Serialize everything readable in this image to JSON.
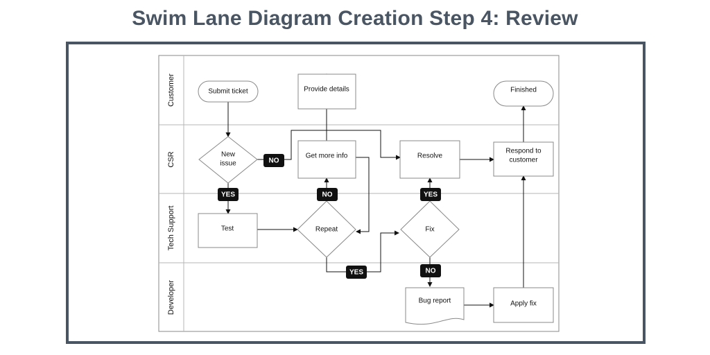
{
  "title": "Swim Lane Diagram Creation Step 4: Review",
  "diagram": {
    "lanes": [
      "Customer",
      "CSR",
      "Tech Support",
      "Developer"
    ],
    "nodes": {
      "submit_ticket": "Submit ticket",
      "provide_details": "Provide details",
      "finished": "Finished",
      "new_issue_line1": "New",
      "new_issue_line2": "issue",
      "get_more_info": "Get more info",
      "resolve": "Resolve",
      "respond_line1": "Respond to",
      "respond_line2": "customer",
      "test": "Test",
      "repeat": "Repeat",
      "fix": "Fix",
      "bug_report": "Bug report",
      "apply_fix": "Apply fix"
    },
    "labels": {
      "new_issue_no": "NO",
      "new_issue_yes": "YES",
      "repeat_no": "NO",
      "repeat_yes": "YES",
      "fix_yes": "YES",
      "fix_no": "NO"
    }
  }
}
